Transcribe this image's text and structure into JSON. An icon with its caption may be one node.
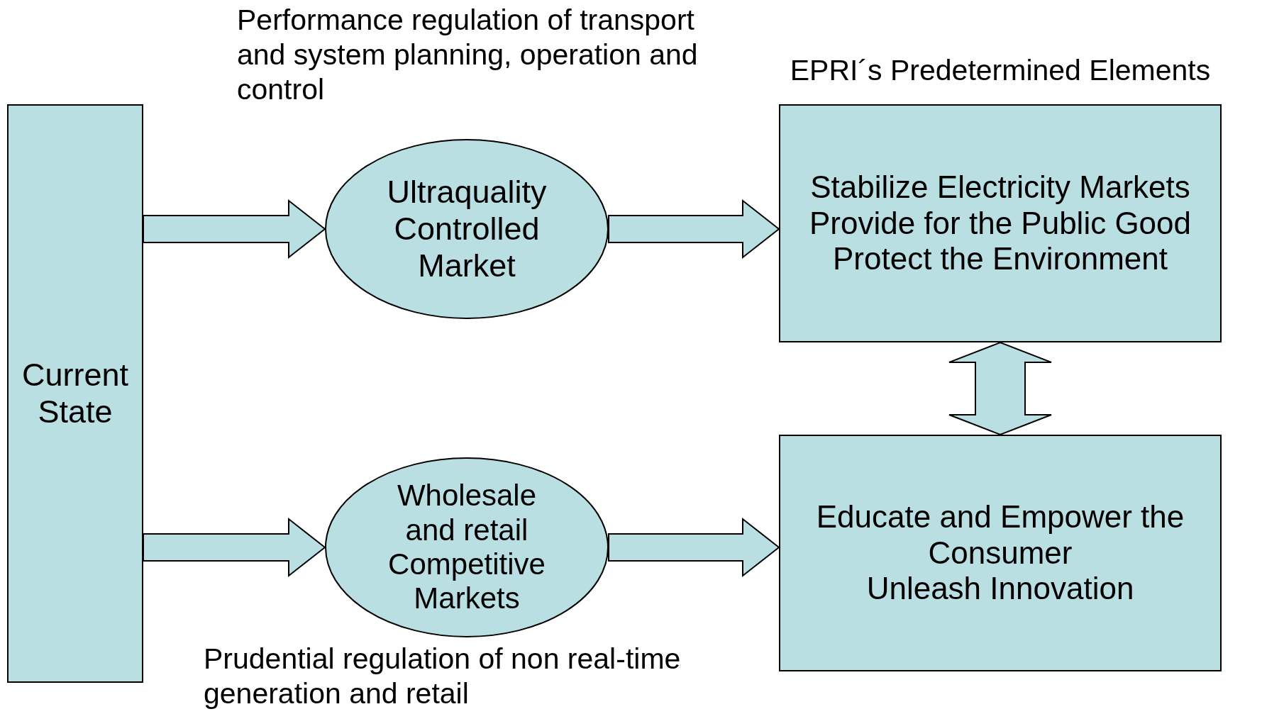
{
  "diagram": {
    "nodes": [
      {
        "text": [
          "Current State"
        ]
      },
      {
        "text": [
          "Ultraquality Controlled Market"
        ],
        "beside": [
          "Performance regulation of transport and system planning, operation and control"
        ]
      },
      {
        "text": [
          "EPRI´s Predetermined Elements",
          "Stabilize Electricity Markets",
          "Provide for the Public Good",
          "Protect the Environment"
        ]
      },
      {
        "text": [
          "Wholesale and retail Competitive Markets"
        ],
        "beside": [
          "Prudential regulation of non real-time generation and retail"
        ]
      },
      {
        "text": [
          "Educate and Empower the Consumer",
          "Unleash Innovation"
        ]
      }
    ],
    "edges": [
      {
        "from": 0,
        "to": 1,
        "arrow": "to"
      },
      {
        "from": 1,
        "to": 2,
        "arrow": "to"
      },
      {
        "from": 0,
        "to": 3,
        "arrow": "to"
      },
      {
        "from": 3,
        "to": 4,
        "arrow": "to"
      },
      {
        "from": 2,
        "to": 4,
        "arrow": "both"
      }
    ]
  }
}
